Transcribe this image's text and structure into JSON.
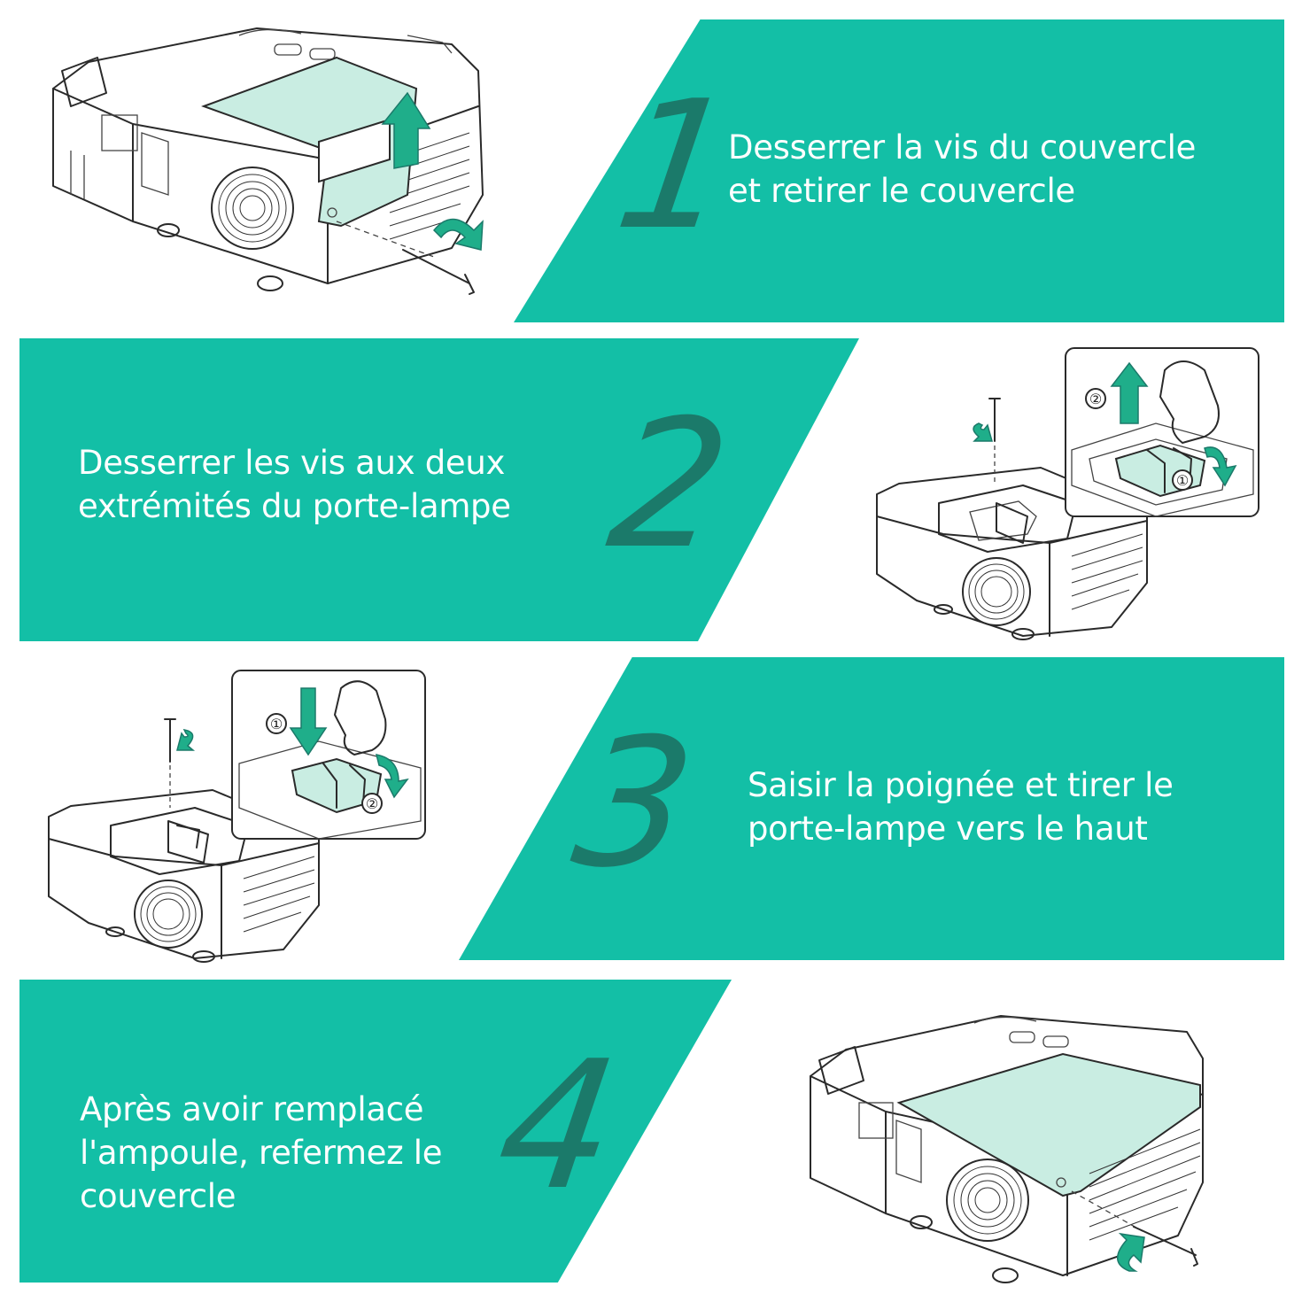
{
  "colors": {
    "teal": "#13bfa6",
    "number": "#1b7a6a",
    "text": "#ffffff",
    "accent_arrow": "#1fae8a",
    "cover_tint": "#c9ede2"
  },
  "steps": [
    {
      "number": "1",
      "lines": [
        "Desserrer la vis du couvercle",
        "et retirer le couvercle"
      ],
      "illustration": "projector-cover-removal-illustration"
    },
    {
      "number": "2",
      "lines": [
        "Desserrer les vis aux deux",
        "extrémités du porte-lampe"
      ],
      "illustration": "projector-lamp-screws-illustration",
      "callouts": [
        "②",
        "①"
      ]
    },
    {
      "number": "3",
      "lines": [
        "Saisir la poignée et tirer le",
        "porte-lampe vers le haut"
      ],
      "illustration": "projector-lamp-handle-illustration",
      "callouts": [
        "①",
        "②"
      ]
    },
    {
      "number": "4",
      "lines": [
        "Après avoir remplacé",
        "l'ampoule, refermez le",
        "couvercle"
      ],
      "illustration": "projector-cover-closing-illustration"
    }
  ]
}
